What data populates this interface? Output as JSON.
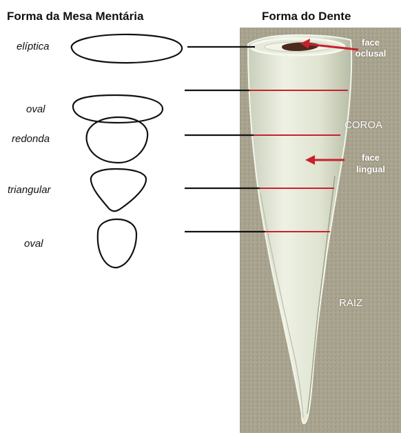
{
  "headers": {
    "left": "Forma da Mesa Mentária",
    "right": "Forma do Dente"
  },
  "shapes": [
    {
      "label": "elíptica"
    },
    {
      "label": "oval"
    },
    {
      "label": "redonda"
    },
    {
      "label": "triangular"
    },
    {
      "label": "oval"
    }
  ],
  "tooth_labels": {
    "face_oclusal_line1": "face",
    "face_oclusal_line2": "oclusal",
    "coroa": "COROA",
    "face_lingual_line1": "face",
    "face_lingual_line2": "lingual",
    "raiz": "RAIZ"
  },
  "colors": {
    "section_line": "#c8202c",
    "arrow": "#c8202c",
    "connector_line": "#111111",
    "panel_bg": "#a9a48f"
  }
}
